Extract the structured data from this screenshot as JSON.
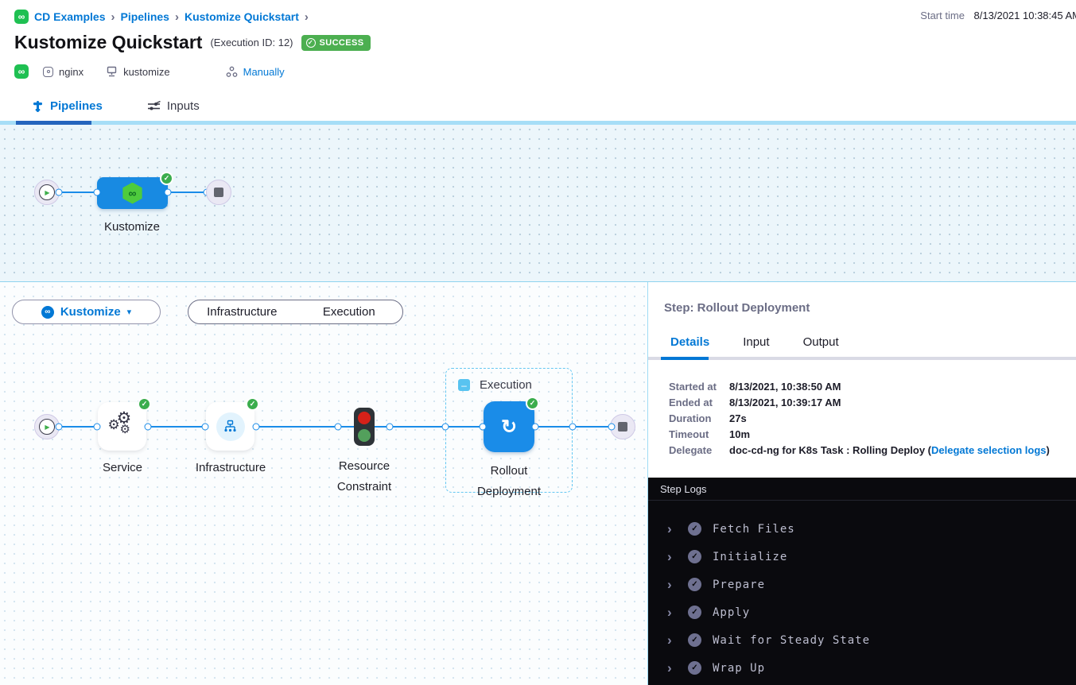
{
  "header": {
    "breadcrumb": [
      "CD Examples",
      "Pipelines",
      "Kustomize Quickstart"
    ],
    "title": "Kustomize Quickstart",
    "execution_id": "(Execution ID: 12)",
    "status": "SUCCESS",
    "start_time_label": "Start time",
    "start_time_value": "8/13/2021 10:38:45 AM",
    "tags": {
      "service": "nginx",
      "environment": "kustomize",
      "trigger": "Manually"
    }
  },
  "tabs": {
    "pipelines": "Pipelines",
    "inputs": "Inputs"
  },
  "pipeline_graph": {
    "stage_label": "Kustomize"
  },
  "stage_view": {
    "selector_label": "Kustomize",
    "toggle": {
      "infrastructure": "Infrastructure",
      "execution": "Execution"
    },
    "group_label": "Execution",
    "nodes": {
      "service": "Service",
      "infrastructure": "Infrastructure",
      "resource_constraint": "Resource Constraint",
      "rollout": "Rollout Deployment"
    }
  },
  "step_panel": {
    "title": "Step: Rollout Deployment",
    "tabs": {
      "details": "Details",
      "input": "Input",
      "output": "Output"
    },
    "details": {
      "rows": [
        {
          "label": "Started at",
          "value": "8/13/2021, 10:38:50 AM"
        },
        {
          "label": "Ended at",
          "value": "8/13/2021, 10:39:17 AM"
        },
        {
          "label": "Duration",
          "value": "27s"
        },
        {
          "label": "Timeout",
          "value": "10m"
        }
      ],
      "delegate": {
        "label": "Delegate",
        "prefix": "doc-cd-ng for K8s Task : Rolling Deploy (",
        "link": "Delegate selection logs",
        "suffix": ")"
      }
    },
    "logs": {
      "title": "Step Logs",
      "entries": [
        "Fetch Files",
        "Initialize",
        "Prepare",
        "Apply",
        "Wait for Steady State",
        "Wrap Up"
      ]
    }
  },
  "colors": {
    "accent_blue": "#0278d5",
    "node_blue": "#1a8ce8",
    "success_green": "#4caf50",
    "brand_green": "#1fc052",
    "log_bg": "#0a0a0e"
  }
}
